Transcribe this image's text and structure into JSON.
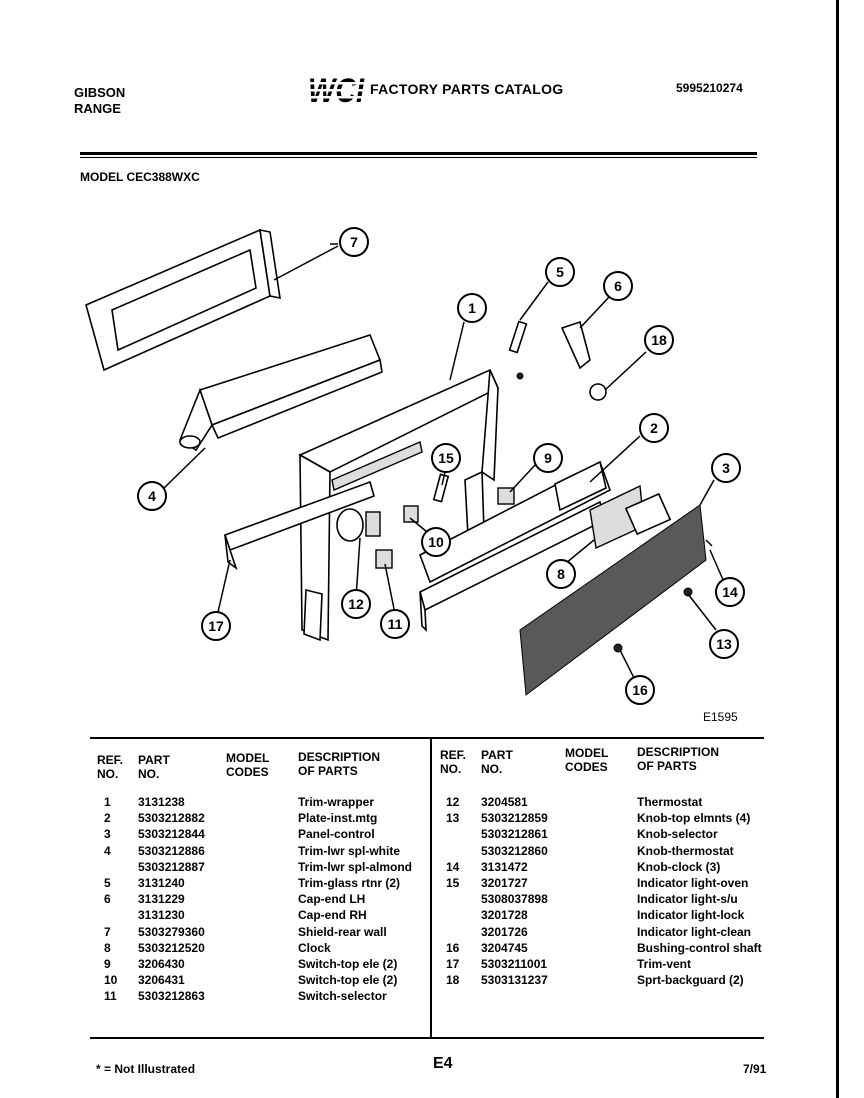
{
  "header": {
    "brand_line1": "GIBSON",
    "brand_line2": "RANGE",
    "logo_text": "WCI",
    "catalog_title": "FACTORY PARTS CATALOG",
    "catalog_number": "5995210274",
    "model_line": "MODEL CEC388WXC"
  },
  "diagram": {
    "drawing_code": "E1595",
    "callouts": [
      "1",
      "2",
      "3",
      "4",
      "5",
      "6",
      "7",
      "8",
      "9",
      "10",
      "11",
      "12",
      "13",
      "14",
      "15",
      "16",
      "17",
      "18"
    ]
  },
  "table": {
    "headers": {
      "ref_1": "REF.",
      "ref_2": "NO.",
      "part_1": "PART",
      "part_2": "NO.",
      "model_1": "MODEL",
      "model_2": "CODES",
      "desc_1": "DESCRIPTION",
      "desc_2": "OF PARTS"
    },
    "left_rows": [
      {
        "ref": "1",
        "part": "3131238",
        "code": "",
        "desc": "Trim-wrapper"
      },
      {
        "ref": "2",
        "part": "5303212882",
        "code": "",
        "desc": "Plate-inst.mtg"
      },
      {
        "ref": "3",
        "part": "5303212844",
        "code": "",
        "desc": "Panel-control"
      },
      {
        "ref": "4",
        "part": "5303212886",
        "code": "",
        "desc": "Trim-lwr spl-white"
      },
      {
        "ref": "",
        "part": "5303212887",
        "code": "",
        "desc": "Trim-lwr spl-almond"
      },
      {
        "ref": "5",
        "part": "3131240",
        "code": "",
        "desc": "Trim-glass rtnr (2)"
      },
      {
        "ref": "6",
        "part": "3131229",
        "code": "",
        "desc": "Cap-end LH"
      },
      {
        "ref": "",
        "part": "3131230",
        "code": "",
        "desc": "Cap-end RH"
      },
      {
        "ref": "7",
        "part": "5303279360",
        "code": "",
        "desc": "Shield-rear wall"
      },
      {
        "ref": "8",
        "part": "5303212520",
        "code": "",
        "desc": "Clock"
      },
      {
        "ref": "9",
        "part": "3206430",
        "code": "",
        "desc": "Switch-top ele (2)"
      },
      {
        "ref": "10",
        "part": "3206431",
        "code": "",
        "desc": "Switch-top ele (2)"
      },
      {
        "ref": "11",
        "part": "5303212863",
        "code": "",
        "desc": "Switch-selector"
      }
    ],
    "right_rows": [
      {
        "ref": "12",
        "part": "3204581",
        "code": "",
        "desc": "Thermostat"
      },
      {
        "ref": "13",
        "part": "5303212859",
        "code": "",
        "desc": "Knob-top elmnts (4)"
      },
      {
        "ref": "",
        "part": "5303212861",
        "code": "",
        "desc": "Knob-selector"
      },
      {
        "ref": "",
        "part": "5303212860",
        "code": "",
        "desc": "Knob-thermostat"
      },
      {
        "ref": "14",
        "part": "3131472",
        "code": "",
        "desc": "Knob-clock (3)"
      },
      {
        "ref": "15",
        "part": "3201727",
        "code": "",
        "desc": "Indicator light-oven"
      },
      {
        "ref": "",
        "part": "5308037898",
        "code": "",
        "desc": "Indicator light-s/u"
      },
      {
        "ref": "",
        "part": "3201728",
        "code": "",
        "desc": "Indicator light-lock"
      },
      {
        "ref": "",
        "part": "3201726",
        "code": "",
        "desc": "Indicator light-clean"
      },
      {
        "ref": "16",
        "part": "3204745",
        "code": "",
        "desc": "Bushing-control shaft"
      },
      {
        "ref": "17",
        "part": "5303211001",
        "code": "",
        "desc": "Trim-vent"
      },
      {
        "ref": "18",
        "part": "5303131237",
        "code": "",
        "desc": "Sprt-backguard (2)"
      }
    ]
  },
  "footer": {
    "note": "* = Not Illustrated",
    "page_code": "E4",
    "date": "7/91"
  }
}
